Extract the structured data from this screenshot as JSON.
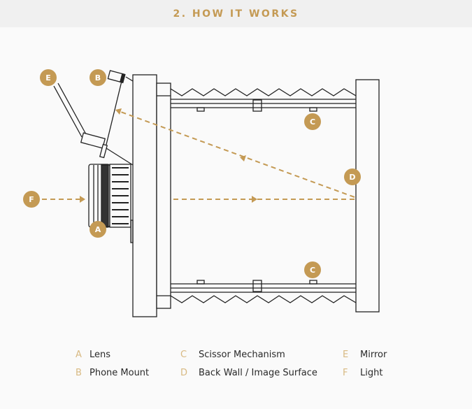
{
  "header": {
    "title": "2. HOW IT WORKS"
  },
  "colors": {
    "accent": "#c49a54",
    "line": "#222222",
    "background": "#fafafa",
    "header_bg": "#f0f0f0"
  },
  "badges": {
    "A": "A",
    "B": "B",
    "C": "C",
    "D": "D",
    "E": "E",
    "F": "F"
  },
  "legend": [
    {
      "letter": "A",
      "label": "Lens"
    },
    {
      "letter": "B",
      "label": "Phone Mount"
    },
    {
      "letter": "C",
      "label": "Scissor Mechanism"
    },
    {
      "letter": "D",
      "label": "Back Wall / Image Surface"
    },
    {
      "letter": "E",
      "label": "Mirror"
    },
    {
      "letter": "F",
      "label": "Light"
    }
  ]
}
